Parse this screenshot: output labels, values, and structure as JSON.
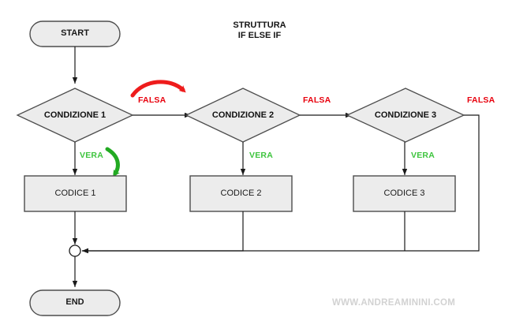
{
  "diagram": {
    "title_line1": "STRUTTURA",
    "title_line2": "IF ELSE IF",
    "watermark": "WWW.ANDREAMININI.COM",
    "colors": {
      "node_fill": "#ececec",
      "node_stroke": "#4d4d4d",
      "line": "#1a1a1a",
      "false_red": "#e8000d",
      "true_green": "#3ec43e",
      "watermark_gray": "#d2d2d2",
      "background": "#ffffff"
    },
    "nodes": {
      "start": {
        "label": "START",
        "shape": "stadium"
      },
      "end": {
        "label": "END",
        "shape": "stadium"
      },
      "condition1": {
        "label": "CONDIZIONE 1",
        "shape": "diamond"
      },
      "condition2": {
        "label": "CONDIZIONE 2",
        "shape": "diamond"
      },
      "condition3": {
        "label": "CONDIZIONE 3",
        "shape": "diamond"
      },
      "code1": {
        "label": "CODICE 1",
        "shape": "rectangle"
      },
      "code2": {
        "label": "CODICE 2",
        "shape": "rectangle"
      },
      "code3": {
        "label": "CODICE 3",
        "shape": "rectangle"
      },
      "merge": {
        "label": "",
        "shape": "circle"
      }
    },
    "edge_labels": {
      "false1": "FALSA",
      "false2": "FALSA",
      "false3": "FALSA",
      "true1": "VERA",
      "true2": "VERA",
      "true3": "VERA"
    }
  }
}
